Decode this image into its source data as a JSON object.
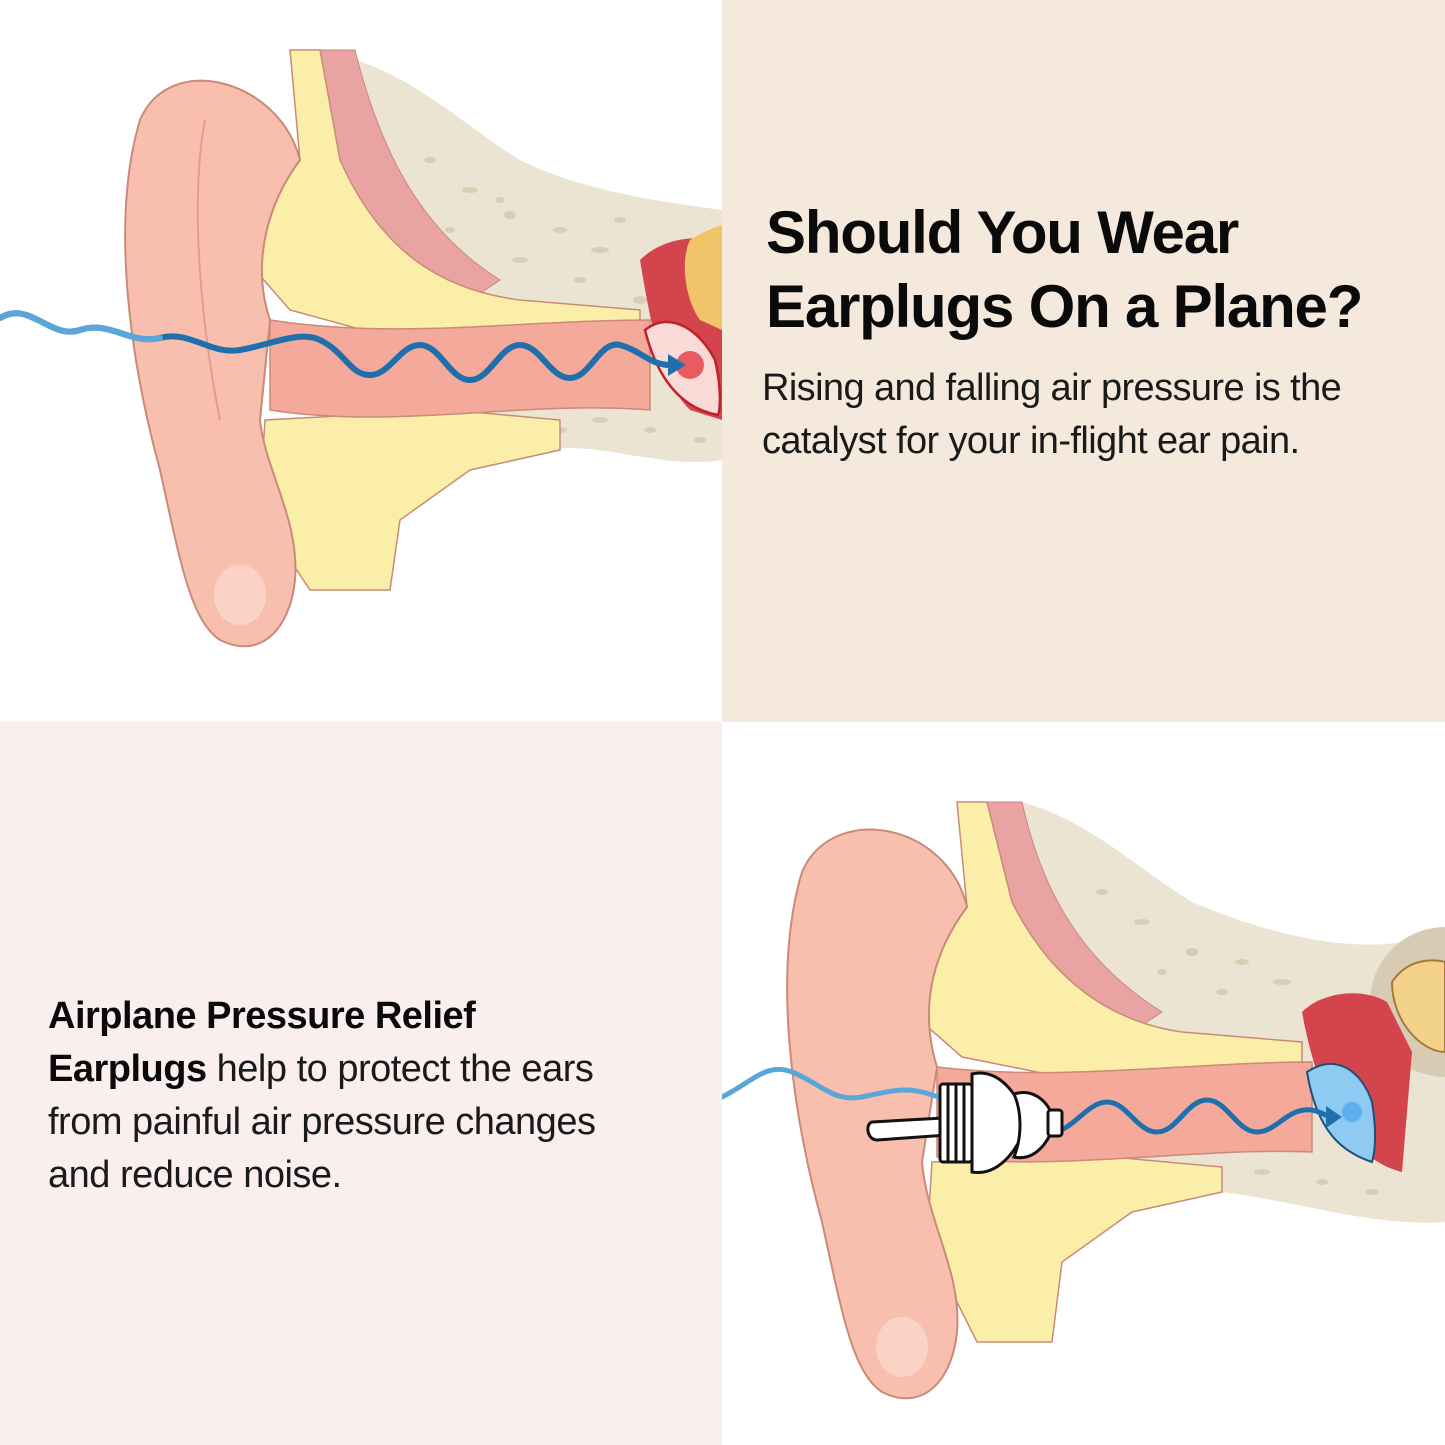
{
  "panels": {
    "top_left": {
      "illustration": "ear-anatomy-sound-wave-pain",
      "description": "Cross-section of outer, middle and inner ear with sound wave hitting a reddened eardrum"
    },
    "top_right": {
      "background": "#f5e8dc",
      "headline": "Should You Wear Earplugs On a Plane?",
      "headline_line1": "Should You Wear",
      "headline_line2": "Earplugs On a Plane?",
      "subtext_line1": "Rising and falling air pressure is the",
      "subtext_line2": "catalyst for your in-flight ear pain."
    },
    "bottom_left": {
      "background": "#fbeeee",
      "bold_line1": "Airplane Pressure Relief",
      "bold_line2": "Earplugs",
      "text_line2_rest": " help to protect the ears",
      "text_line3": "from painful air pressure changes",
      "text_line4": "and reduce noise."
    },
    "bottom_right": {
      "illustration": "ear-anatomy-with-earplug",
      "description": "Cross-section of ear with pressure-relief earplug inserted, eardrum shown in calm blue"
    }
  },
  "colors": {
    "skin": "#f8bfae",
    "skin_outline": "#c98a78",
    "fat_yellow": "#fbeea8",
    "canal_pink": "#f5a99b",
    "bone": "#ece4d3",
    "bone_spots": "#d9cdb3",
    "wave_blue": "#1f6fad",
    "wave_blue_light": "#5aa6d8",
    "eardrum_red": "#e0303a",
    "eardrum_blue": "#5fb0ec",
    "middle_ear_red": "#d4444c",
    "text": "#0a0a0a"
  }
}
